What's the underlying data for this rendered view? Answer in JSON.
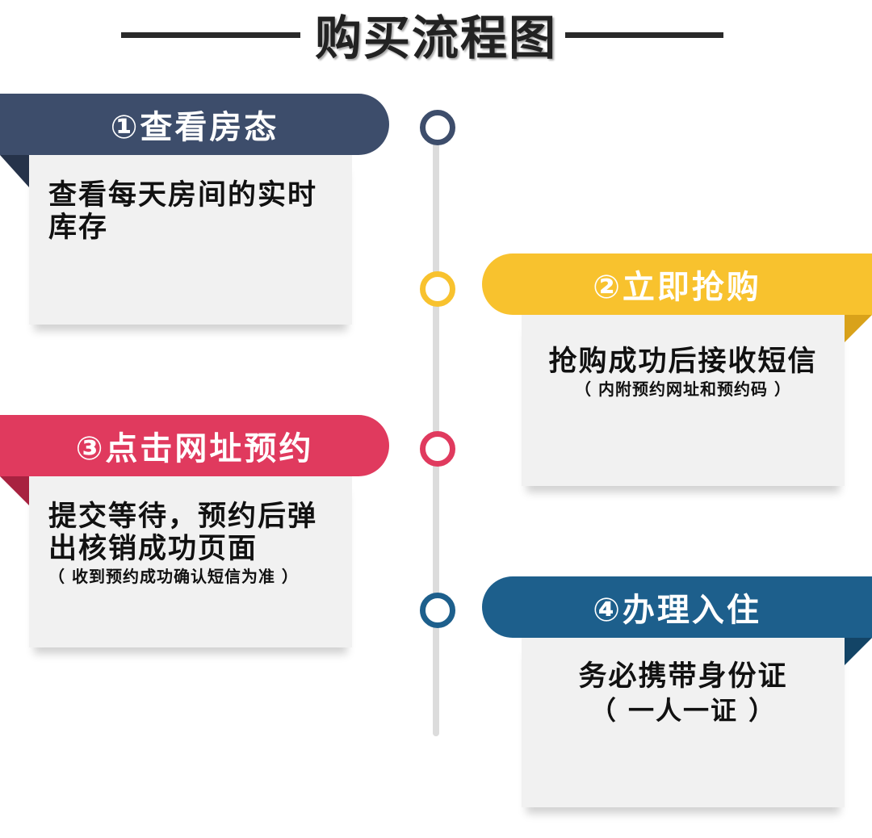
{
  "title": "购买流程图",
  "steps": [
    {
      "heading": "①查看房态",
      "body": "查看每天房间的实时库存",
      "note": "",
      "color": "#3d4d6b",
      "fold_color": "#26334a"
    },
    {
      "heading": "②立即抢购",
      "body": "抢购成功后接收短信",
      "note": "（ 内附预约网址和预约码 ）",
      "color": "#f8c22e",
      "fold_color": "#d9a21a"
    },
    {
      "heading": "③点击网址预约",
      "body": "提交等待，预约后弹出核销成功页面",
      "note": "（ 收到预约成功确认短信为准 ）",
      "color": "#e03a5e",
      "fold_color": "#a82240"
    },
    {
      "heading": "④办理入住",
      "body": "务必携带身份证",
      "note": "（ 一人一证 ）",
      "color": "#1d5f8c",
      "fold_color": "#134466"
    }
  ]
}
